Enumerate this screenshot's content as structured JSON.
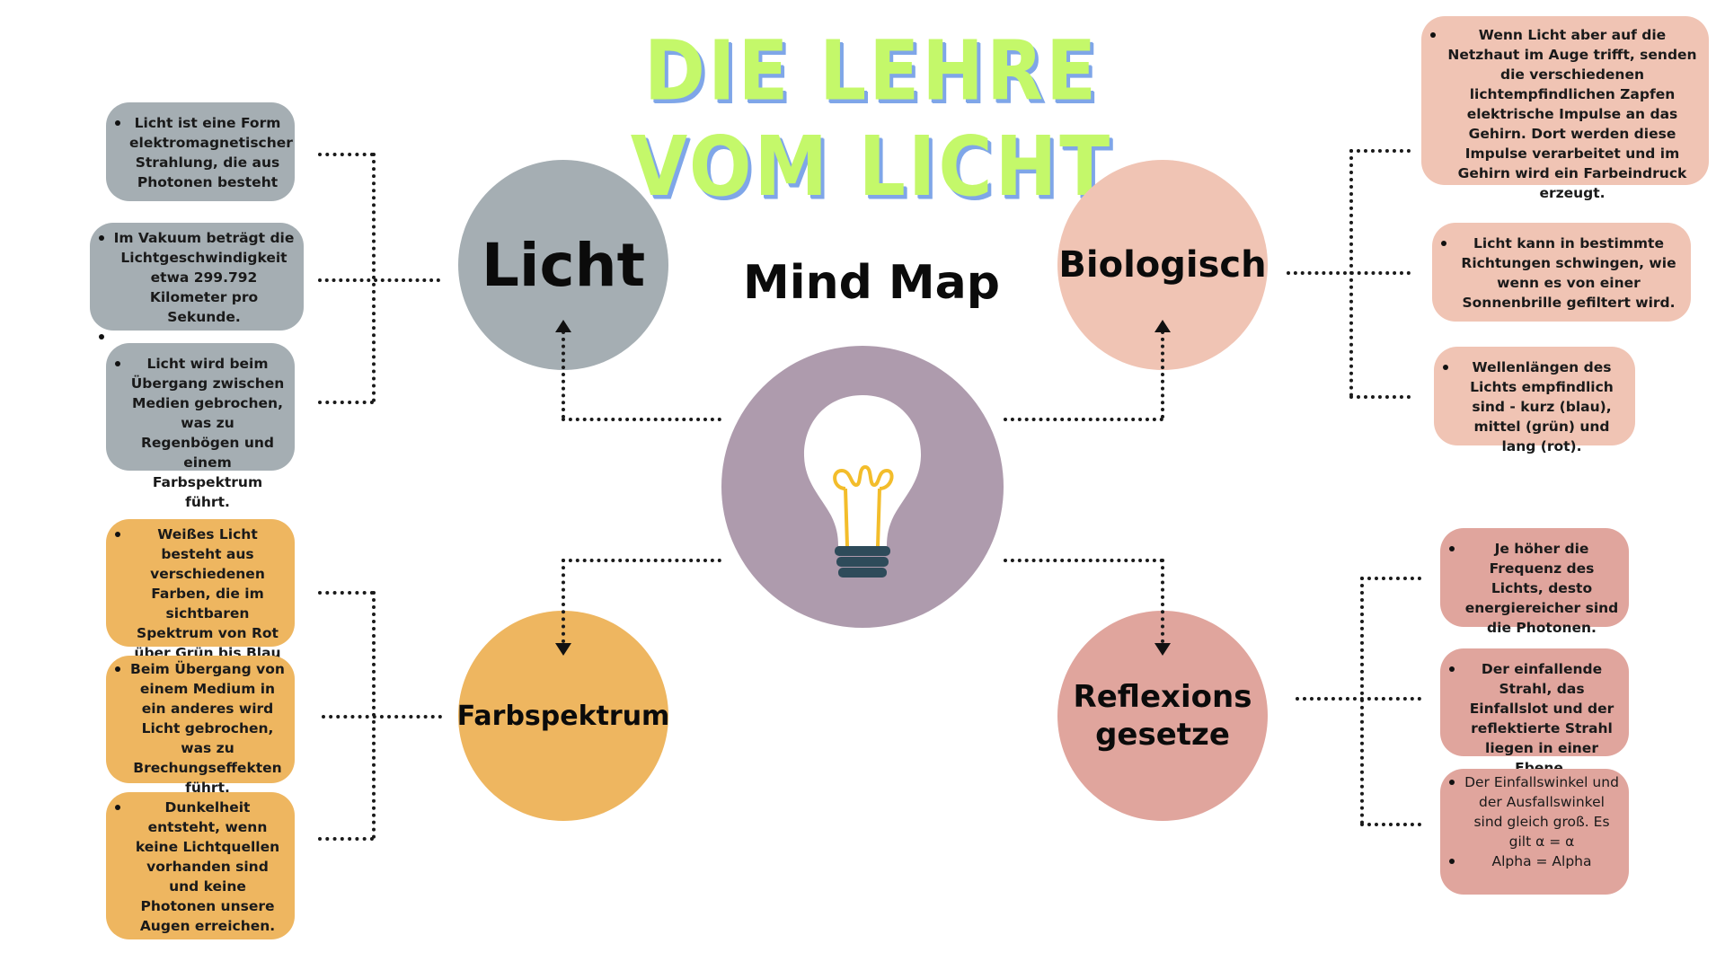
{
  "title": "Die Lehre vom Licht",
  "center_label": "Mind Map",
  "colors": {
    "grey": "#a5aeb3",
    "peach": "#f0c4b4",
    "orange": "#eeb660",
    "rose": "#e0a59d",
    "purple": "#ae9bad",
    "title_green": "#c4f86a",
    "title_shadow": "#7fa6e8"
  },
  "icons": {
    "center": "lightbulb-icon"
  },
  "nodes": {
    "licht": {
      "label": "Licht",
      "items": [
        "Licht ist eine Form elektromagnetischer Strahlung, die aus Photonen besteht",
        "Im Vakuum beträgt die Lichtgeschwindigkeit etwa 299.792 Kilometer pro Sekunde.",
        "Licht wird beim Übergang zwischen Medien gebrochen, was zu Regenbögen und einem Farbspektrum führt."
      ]
    },
    "biologisch": {
      "label": "Biologisch",
      "items": [
        "Wenn Licht aber auf die Netzhaut im Auge trifft, senden die verschiedenen lichtempfindlichen Zapfen elektrische Impulse an das Gehirn. Dort werden diese Impulse verarbeitet und im Gehirn wird ein Farbeindruck erzeugt.",
        "Licht kann in bestimmte Richtungen schwingen, wie wenn es von einer Sonnenbrille gefiltert wird.",
        "Wellenlängen des Lichts empfindlich sind - kurz (blau), mittel (grün) und lang (rot)."
      ]
    },
    "farbspektrum": {
      "label": "Farbspektrum",
      "items": [
        "Weißes Licht besteht aus verschiedenen Farben, die im sichtbaren Spektrum von Rot über Grün bis Blau liegen.",
        "Beim Übergang von einem Medium in ein anderes wird Licht gebrochen, was zu Brechungseffekten führt.",
        "Dunkelheit entsteht, wenn keine Lichtquellen vorhanden sind und keine Photonen unsere Augen erreichen."
      ]
    },
    "reflexion": {
      "label_line1": "Reflexions",
      "label_line2": "gesetze",
      "items": [
        "Je höher die Frequenz des Lichts, desto energiereicher sind die Photonen.",
        "Der einfallende Strahl, das Einfallslot und der reflektierte Strahl liegen in einer Ebene.",
        "Der Einfallswinkel und der Ausfallswinkel sind gleich groß. Es gilt α = α",
        "Alpha = Alpha"
      ]
    }
  }
}
